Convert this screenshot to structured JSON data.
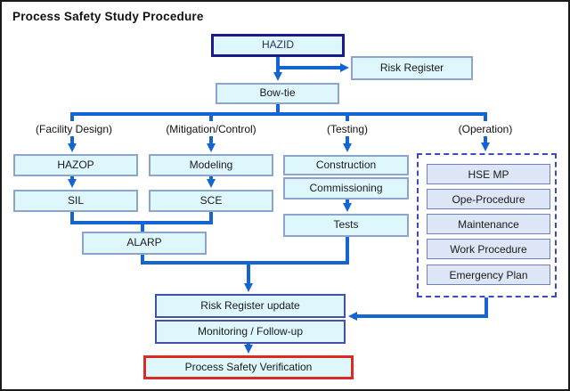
{
  "title": "Process Safety Study Procedure",
  "colors": {
    "arrow_blue": "#1464d2",
    "box_fill_cyan": "#def7fd",
    "box_border_light": "#8ca4d0",
    "hazid_border_navy": "#1a1a8c",
    "operation_fill": "#dde6f7",
    "operation_dashed_border": "#3a4ac0",
    "verification_border_red": "#dd2a24"
  },
  "flow": {
    "hazid": "HAZID",
    "risk_register": "Risk Register",
    "bowtie": "Bow-tie",
    "col_facility": {
      "label": "(Facility Design)",
      "box1": "HAZOP",
      "box2": "SIL"
    },
    "col_mitigation": {
      "label": "(Mitigation/Control)",
      "box1": "Modeling",
      "box2": "SCE"
    },
    "col_testing": {
      "label": "(Testing)",
      "box1": "Construction",
      "box2": "Commissioning",
      "box3": "Tests"
    },
    "col_operation": {
      "label": "(Operation)",
      "items": [
        "HSE MP",
        "Ope-Procedure",
        "Maintenance",
        "Work Procedure",
        "Emergency Plan"
      ]
    },
    "alarp": "ALARP",
    "risk_register_update": "Risk Register update",
    "monitoring": "Monitoring / Follow-up",
    "verification": "Process Safety Verification"
  }
}
